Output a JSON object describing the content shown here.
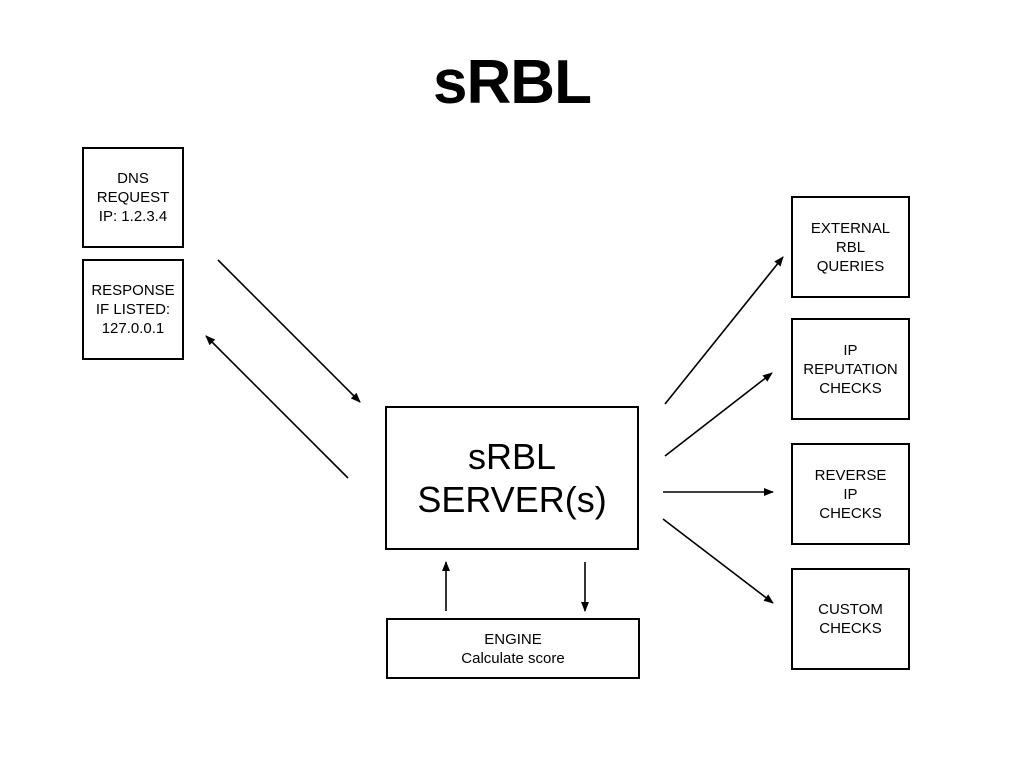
{
  "title": "sRBL",
  "nodes": {
    "dns_request": "DNS\nREQUEST\nIP: 1.2.3.4",
    "response": "RESPONSE\nIF LISTED:\n127.0.0.1",
    "server": "sRBL\nSERVER(s)",
    "engine": "ENGINE\nCalculate score",
    "external_rbl": "EXTERNAL\nRBL\nQUERIES",
    "ip_reputation": "IP\nREPUTATION\nCHECKS",
    "reverse_ip": "REVERSE\nIP\nCHECKS",
    "custom_checks": "CUSTOM\nCHECKS"
  },
  "colors": {
    "stroke": "#000000",
    "background": "#ffffff"
  }
}
